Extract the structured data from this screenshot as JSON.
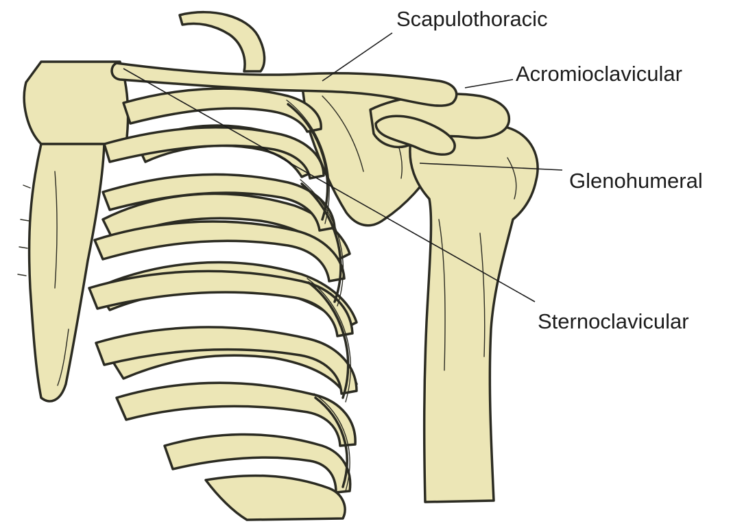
{
  "figure": {
    "bone_color": "#ece6b6",
    "outline_color": "#2b2b22",
    "background": "#ffffff"
  },
  "labels": {
    "scapulothoracic": "Scapulothoracic",
    "acromioclavicular": "Acromioclavicular",
    "glenohumeral": "Glenohumeral",
    "sternoclavicular": "Sternoclavicular"
  }
}
